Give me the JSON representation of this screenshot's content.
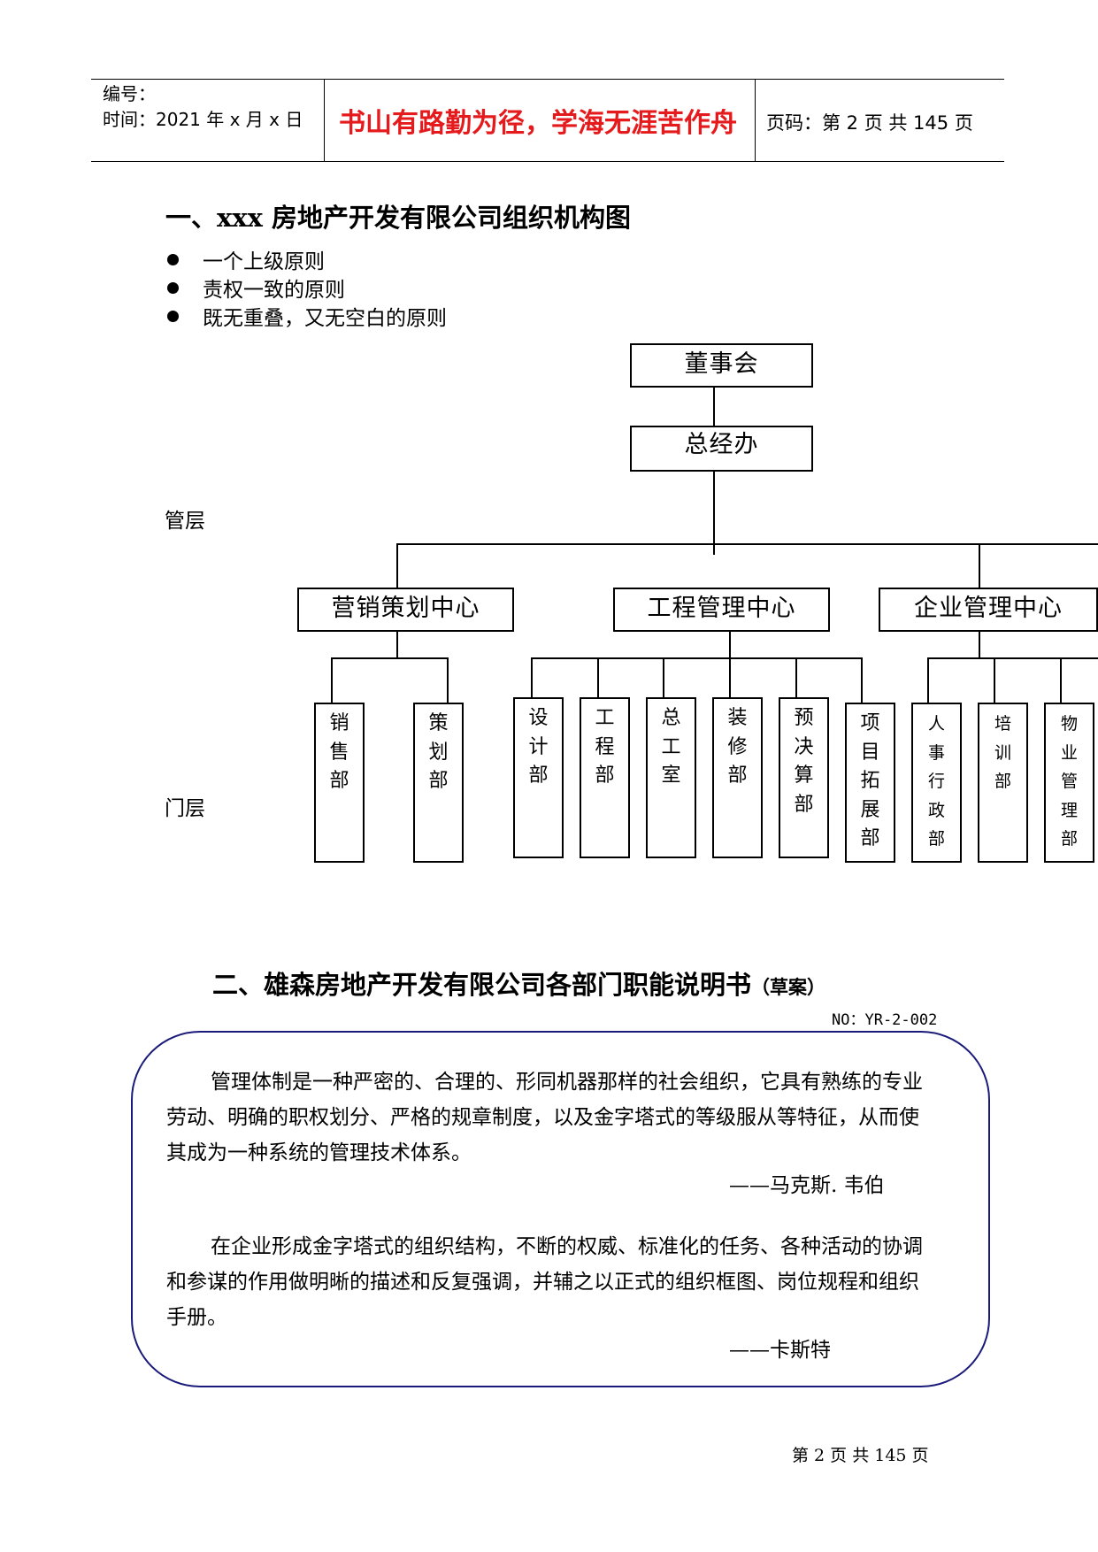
{
  "header": {
    "serial_label": "编号：",
    "time_label": "时间：2021 年 x 月 x 日",
    "motto": "书山有路勤为径，学海无涯苦作舟",
    "page_info": "页码：第 2 页  共 145 页"
  },
  "section1": {
    "title": "一、xxx 房地产开发有限公司组织机构图",
    "principles": [
      "一个上级原则",
      "责权一致的原则",
      "既无重叠，又无空白的原则"
    ]
  },
  "org_chart": {
    "level_labels": {
      "management": "管层",
      "department": "门层"
    },
    "board": "董事会",
    "general_office": "总经办",
    "centers": [
      "营销策划中心",
      "工程管理中心",
      "企业管理中心"
    ],
    "departments": [
      "销售部",
      "策划部",
      "设计部",
      "工程部",
      "总工室",
      "装修部",
      "预决算部",
      "项目拓展部",
      "人事行政部",
      "培训部",
      "物业管理部"
    ]
  },
  "section2": {
    "title": "二、雄森房地产开发有限公司各部门职能说明书",
    "title_suffix": "（草案）",
    "doc_no": "NO：YR-2-002"
  },
  "quotes": [
    {
      "text": "管理体制是一种严密的、合理的、形同机器那样的社会组织，它具有熟练的专业劳动、明确的职权划分、严格的规章制度，以及金字塔式的等级服从等特征，从而使其成为一种系统的管理技术体系。",
      "author": "——马克斯. 韦伯"
    },
    {
      "text": "在企业形成金字塔式的组织结构，不断的权威、标准化的任务、各种活动的协调和参谋的作用做明晰的描述和反复强调，并辅之以正式的组织框图、岗位规程和组织手册。",
      "author": "——卡斯特"
    }
  ],
  "footer": {
    "page": "第 2 页 共 145 页"
  }
}
